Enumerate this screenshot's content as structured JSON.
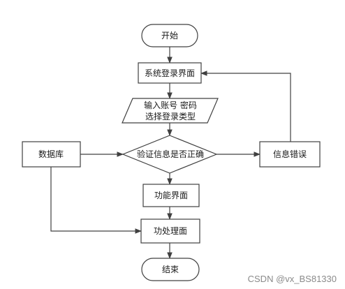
{
  "nodes": {
    "start": "开始",
    "login": "系统登录界面",
    "input_line1": "输入账号 密码",
    "input_line2": "选择登录类型",
    "verify": "验证信息是否正确",
    "database": "数据库",
    "error": "信息错误",
    "function": "功能界面",
    "process": "功处理面",
    "end": "结束"
  },
  "watermark": "CSDN @vx_BS81330"
}
